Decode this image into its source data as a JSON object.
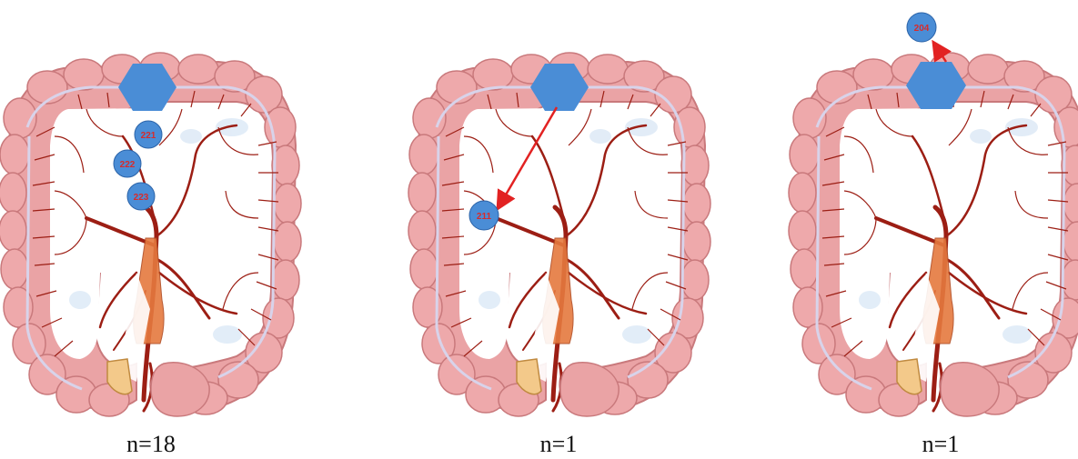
{
  "colors": {
    "colon_fill": "#eaa3a5",
    "colon_edge": "#c9797c",
    "colon_band": "#d8d3ea",
    "vessel": "#9c1e14",
    "aorta": "#e5793f",
    "node_fill": "#4a8dd6",
    "node_edge": "#2b63a8",
    "node_text": "#d72b2b",
    "arrow": "#e22222"
  },
  "panels": [
    {
      "caption": "n=18",
      "nodes": [
        {
          "label": "221"
        },
        {
          "label": "222"
        },
        {
          "label": "223"
        }
      ],
      "arrow": false
    },
    {
      "caption": "n=1",
      "nodes": [
        {
          "label": "211"
        }
      ],
      "arrow": true
    },
    {
      "caption": "n=1",
      "nodes": [
        {
          "label": "204"
        }
      ],
      "arrow": true
    }
  ]
}
